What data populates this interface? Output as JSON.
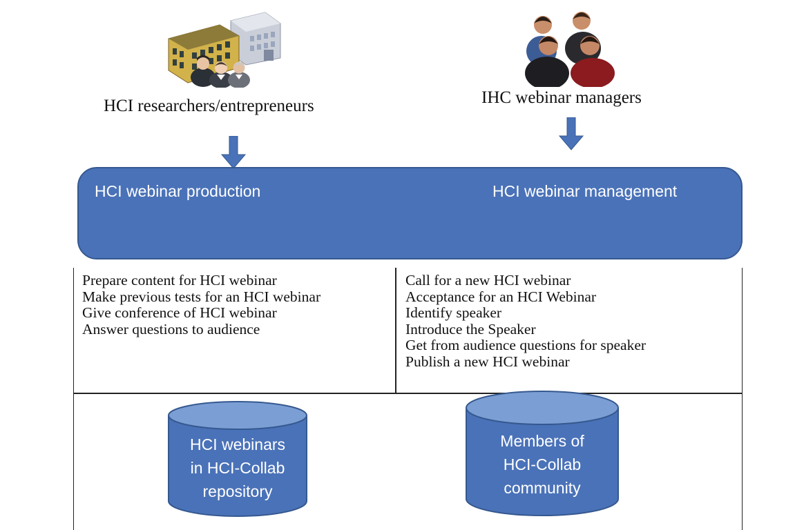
{
  "actors": {
    "left": {
      "label": "HCI researchers/entrepreneurs",
      "icon": "institution-people-icon"
    },
    "right": {
      "label": "IHC webinar managers",
      "icon": "group-of-people-icon"
    }
  },
  "banner": {
    "left_label": "HCI webinar production",
    "right_label": "HCI webinar management"
  },
  "tasks": {
    "left": [
      "Prepare content for HCI webinar",
      "Make previous tests for an HCI webinar",
      "Give conference of HCI webinar",
      "Answer questions to audience"
    ],
    "right": [
      "Call for a new HCI webinar",
      "Acceptance for an HCI Webinar",
      "Identify speaker",
      "Introduce the Speaker",
      "Get from audience questions for speaker",
      "Publish a new HCI webinar"
    ]
  },
  "databases": {
    "left": {
      "lines": [
        "HCI webinars",
        "in HCI-Collab",
        "repository"
      ]
    },
    "right": {
      "lines": [
        "Members of",
        "HCI-Collab",
        "community"
      ]
    }
  },
  "colors": {
    "primary_blue": "#4a72b8",
    "db_top_blue": "#7b9fd4",
    "arrow_blue": "#4a72b8"
  }
}
